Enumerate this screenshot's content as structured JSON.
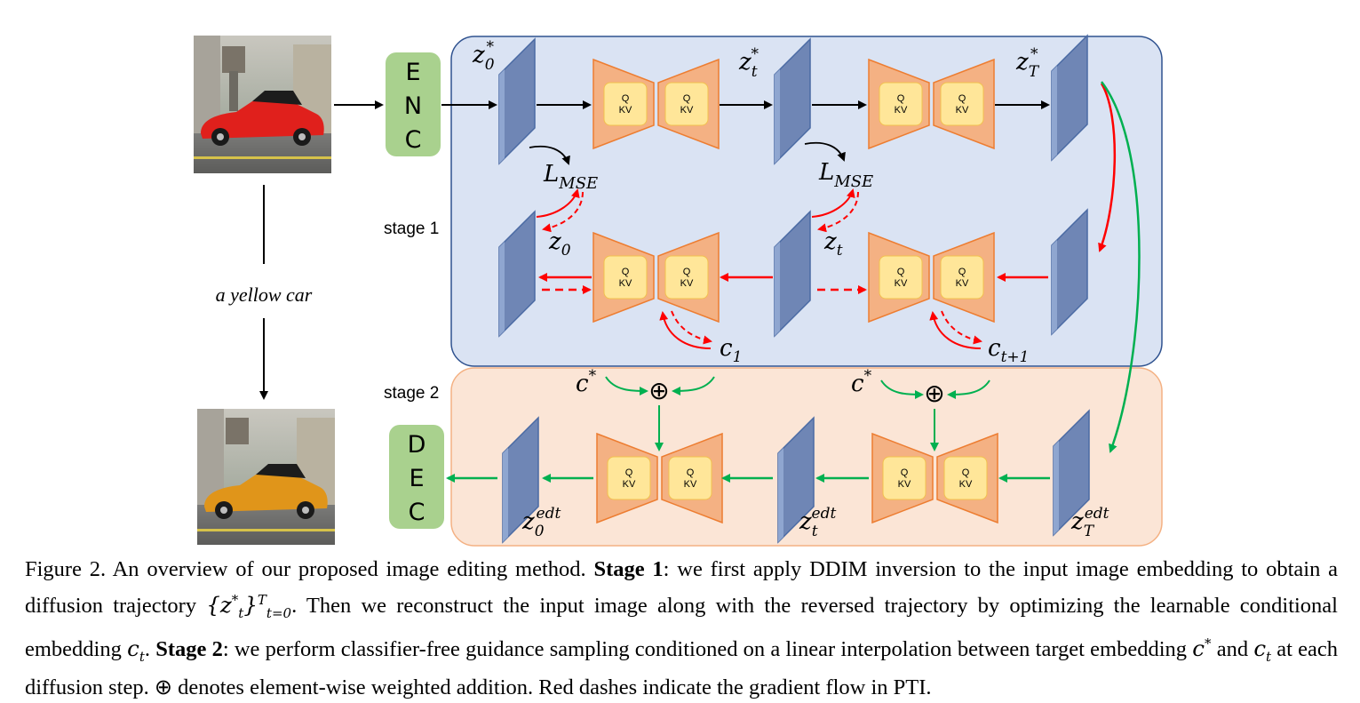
{
  "figure": {
    "enc_letters": [
      "E",
      "N",
      "C"
    ],
    "dec_letters": [
      "D",
      "E",
      "C"
    ],
    "prompt_text": "a yellow car",
    "stage1_label": "stage 1",
    "stage2_label": "stage 2",
    "unet_q": "Q",
    "unet_kv": "KV",
    "oplus": "⊕",
    "latents": {
      "z0_star": {
        "base": "z",
        "sub": "0",
        "sup": "*"
      },
      "zt_star": {
        "base": "z",
        "sub": "t",
        "sup": "*"
      },
      "zT_star": {
        "base": "z",
        "sub": "T",
        "sup": "*"
      },
      "z0": {
        "base": "z",
        "sub": "0"
      },
      "zt": {
        "base": "z",
        "sub": "t"
      },
      "c1": {
        "base": "c",
        "sub": "1"
      },
      "ct1": {
        "base": "c",
        "sub": "t+1"
      },
      "c_star_a": {
        "base": "c",
        "sup": "*"
      },
      "c_star_b": {
        "base": "c",
        "sup": "*"
      },
      "z0_edt": {
        "base": "z",
        "sub": "0",
        "sup": "edt"
      },
      "zt_edt": {
        "base": "z",
        "sub": "t",
        "sup": "edt"
      },
      "zT_edt": {
        "base": "z",
        "sub": "T",
        "sup": "edt"
      }
    },
    "loss_a": {
      "base": "L",
      "sub": "MSE"
    },
    "loss_b": {
      "base": "L",
      "sub": "MSE"
    },
    "colors": {
      "stage1_fill": "#dae3f3",
      "stage1_stroke": "#2f528f",
      "stage2_fill": "#fbe5d6",
      "stage2_stroke": "#f4b183",
      "enc_dec_fill": "#a9d18e",
      "latent_plane": "#6f86b5",
      "unet_fill": "#f4b183",
      "unet_stroke": "#ed7d31",
      "qkv_fill": "#ffe699",
      "red_arrow": "#ff0000",
      "green_arrow": "#00b050"
    }
  },
  "caption": {
    "fig_label": "Figure 2.",
    "s1": "An overview of our proposed image editing method.",
    "stage1_bold": "Stage 1",
    "s2": ": we first apply DDIM inversion to the input image embedding to obtain a diffusion trajectory",
    "traj": "{z*t}T t=0",
    "s3": ". Then we reconstruct the input image along with the reversed trajectory by optimizing the learnable conditional embedding",
    "ct": "ct",
    "s4": ".",
    "stage2_bold": "Stage 2",
    "s5": ": we perform classifier-free guidance sampling conditioned on a linear interpolation between target embedding",
    "cstar": "c*",
    "s6": "and",
    "ct2": "ct",
    "s7": "at each diffusion step.",
    "oplus": "⊕",
    "s8": "denotes element-wise weighted addition. Red dashes indicate the gradient flow in PTI."
  }
}
